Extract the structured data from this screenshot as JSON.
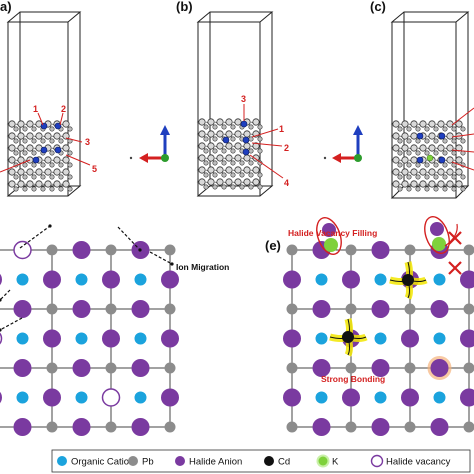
{
  "panels": {
    "a": "a)",
    "b": "(b)",
    "c": "(c)",
    "e": "(e)"
  },
  "site_labels": {
    "a": [
      "1",
      "2",
      "3",
      "5"
    ],
    "b": [
      "3",
      "1",
      "2",
      "4"
    ]
  },
  "annotations": {
    "ion_migration": "Ion Migration",
    "halide_vacancy_filling": "Halide Vacancy Filling",
    "strong_bonding": "Strong Bonding"
  },
  "legend": [
    {
      "label": "Organic Cation",
      "color": "#1ba3dd",
      "marker": "filled"
    },
    {
      "label": "Pb",
      "color": "#8c8c8c",
      "marker": "filled"
    },
    {
      "label": "Halide Anion",
      "color": "#7a3aa0",
      "marker": "filled"
    },
    {
      "label": "Cd",
      "color": "#111111",
      "marker": "filled"
    },
    {
      "label": "K",
      "color": "#7fd13b",
      "marker": "filled-glow"
    },
    {
      "label": "Halide vacancy",
      "color": "#7a3aa0",
      "marker": "hollow"
    }
  ],
  "colors": {
    "organic_cation": "#1ba3dd",
    "pb": "#8c8c8c",
    "halide_anion": "#7a3aa0",
    "cd": "#111111",
    "k": "#7fd13b",
    "highlight_red": "#d42020",
    "bond_yellow": "#f2e600",
    "glow_orange": "#f5b27a"
  }
}
